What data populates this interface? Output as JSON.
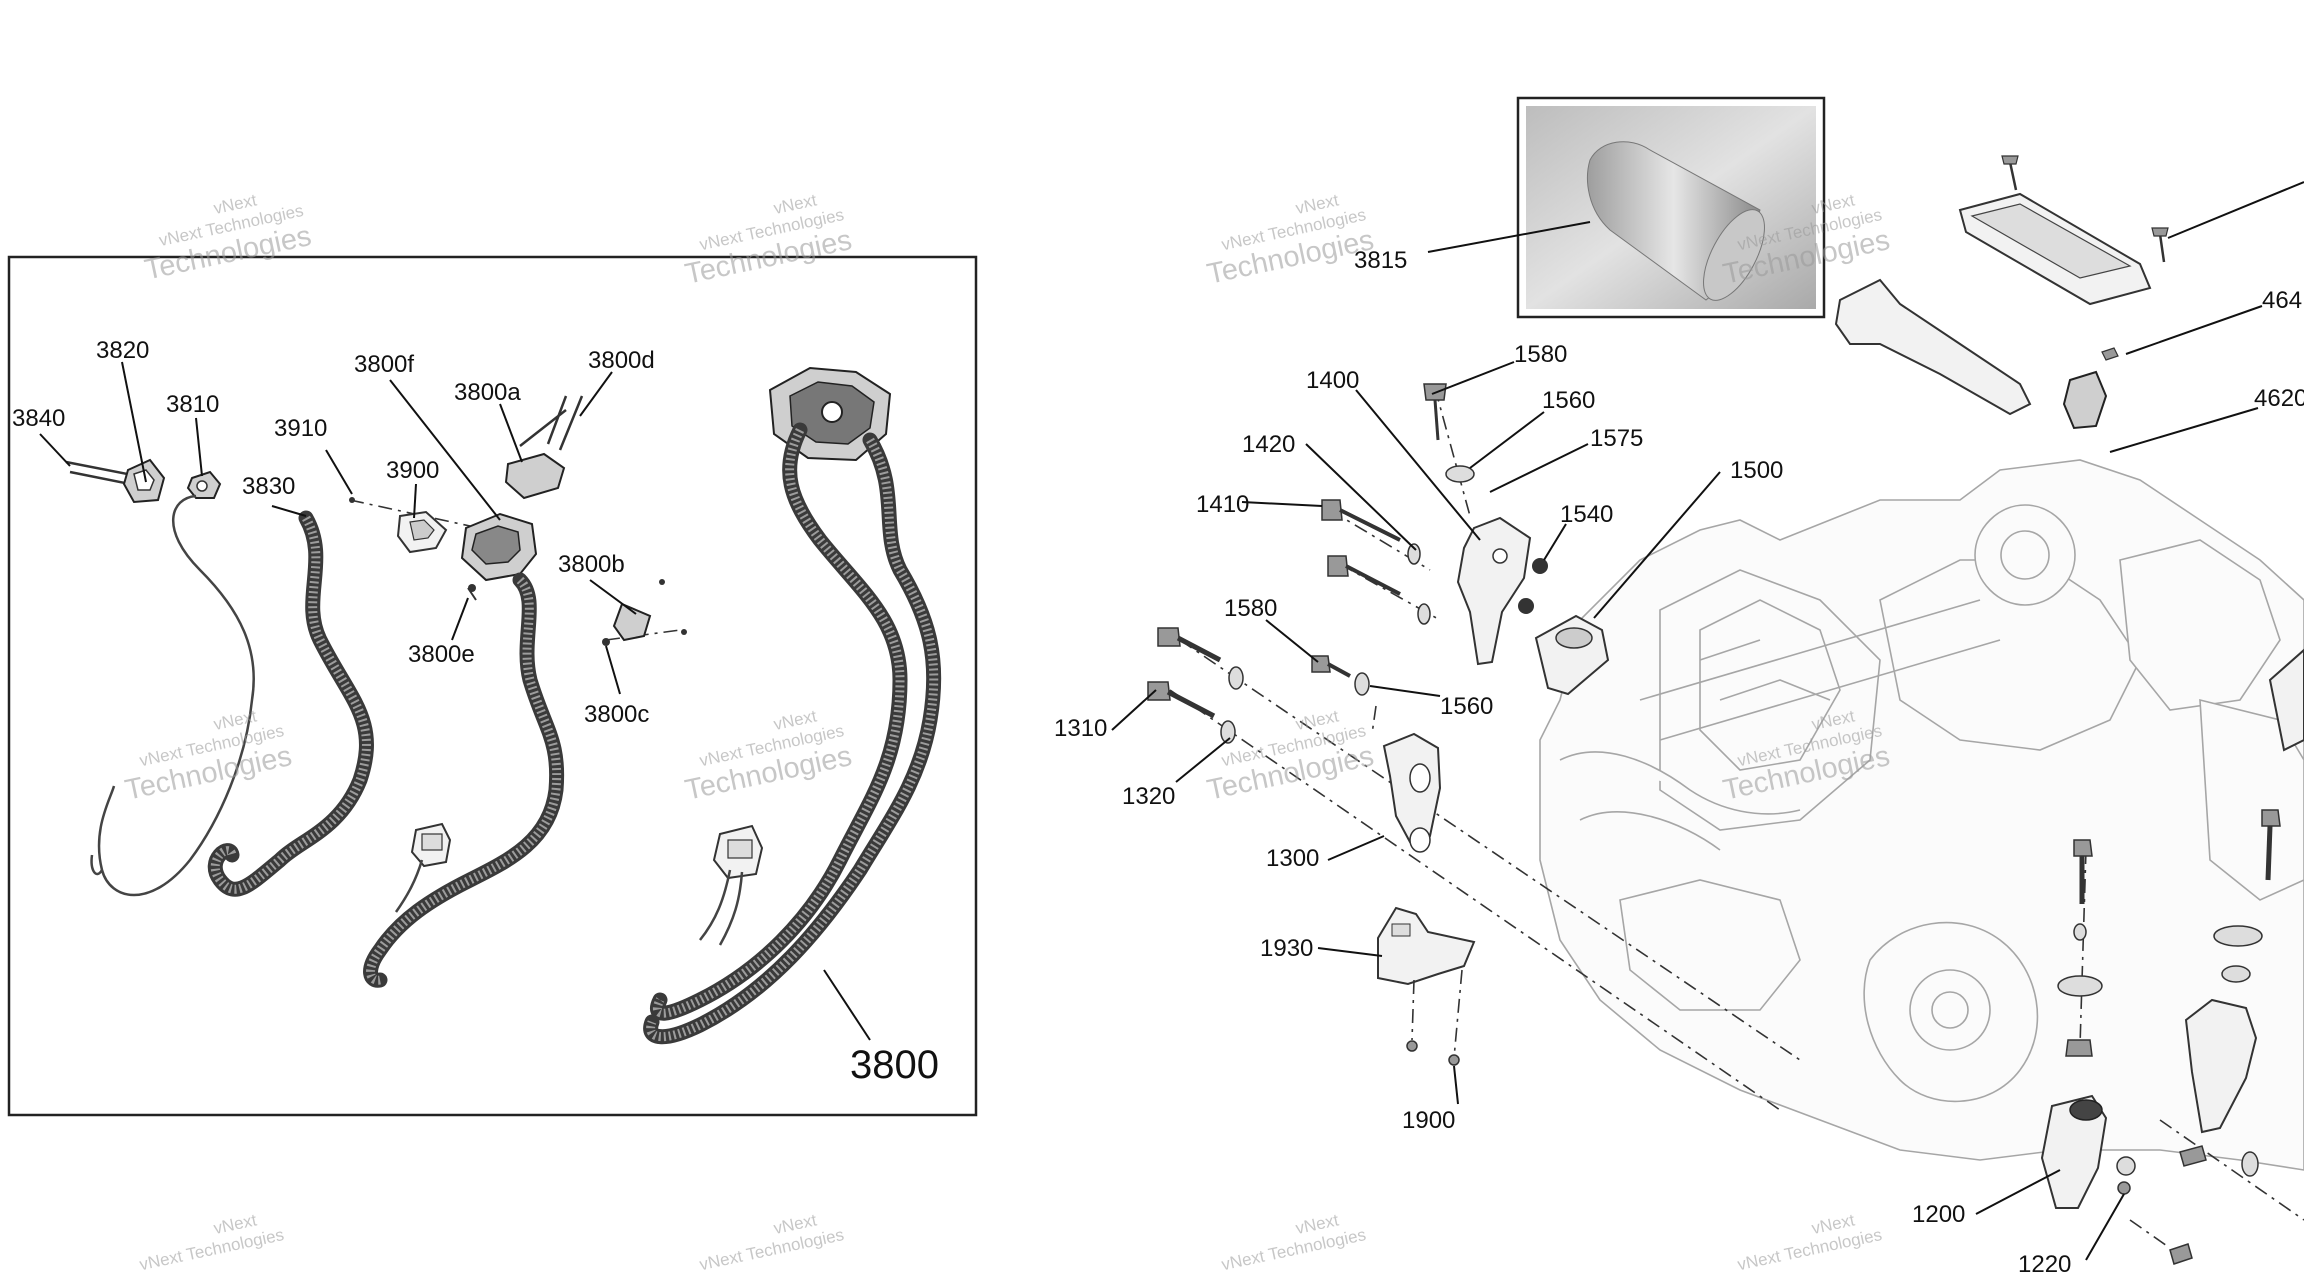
{
  "diagram": {
    "inset_number": "3800",
    "callouts": [
      {
        "id": "c3840",
        "text": "3840"
      },
      {
        "id": "c3820",
        "text": "3820"
      },
      {
        "id": "c3810",
        "text": "3810"
      },
      {
        "id": "c3830",
        "text": "3830"
      },
      {
        "id": "c3910",
        "text": "3910"
      },
      {
        "id": "c3900",
        "text": "3900"
      },
      {
        "id": "c3800f",
        "text": "3800f"
      },
      {
        "id": "c3800a",
        "text": "3800a"
      },
      {
        "id": "c3800d",
        "text": "3800d"
      },
      {
        "id": "c3800b",
        "text": "3800b"
      },
      {
        "id": "c3800e",
        "text": "3800e"
      },
      {
        "id": "c3800c",
        "text": "3800c"
      },
      {
        "id": "c3815",
        "text": "3815"
      },
      {
        "id": "c1580a",
        "text": "1580"
      },
      {
        "id": "c1400",
        "text": "1400"
      },
      {
        "id": "c1560a",
        "text": "1560"
      },
      {
        "id": "c1420",
        "text": "1420"
      },
      {
        "id": "c1575",
        "text": "1575"
      },
      {
        "id": "c1410",
        "text": "1410"
      },
      {
        "id": "c1500",
        "text": "1500"
      },
      {
        "id": "c1540",
        "text": "1540"
      },
      {
        "id": "c1580b",
        "text": "1580"
      },
      {
        "id": "c1560b",
        "text": "1560"
      },
      {
        "id": "c1310",
        "text": "1310"
      },
      {
        "id": "c1320",
        "text": "1320"
      },
      {
        "id": "c1300",
        "text": "1300"
      },
      {
        "id": "c1930",
        "text": "1930"
      },
      {
        "id": "c1900",
        "text": "1900"
      },
      {
        "id": "c1200",
        "text": "1200"
      },
      {
        "id": "c1220",
        "text": "1220"
      },
      {
        "id": "c4640",
        "text": "464"
      },
      {
        "id": "c4620",
        "text": "4620"
      }
    ]
  },
  "watermark": {
    "line1": "vNext Technologies",
    "line2": "Technologies",
    "prefix": "vNext"
  },
  "colors": {
    "ink": "#111111",
    "watermark": "#9a9a9a",
    "hose": "#3a3a3a",
    "engine_ghost": "#a6a6a6"
  }
}
